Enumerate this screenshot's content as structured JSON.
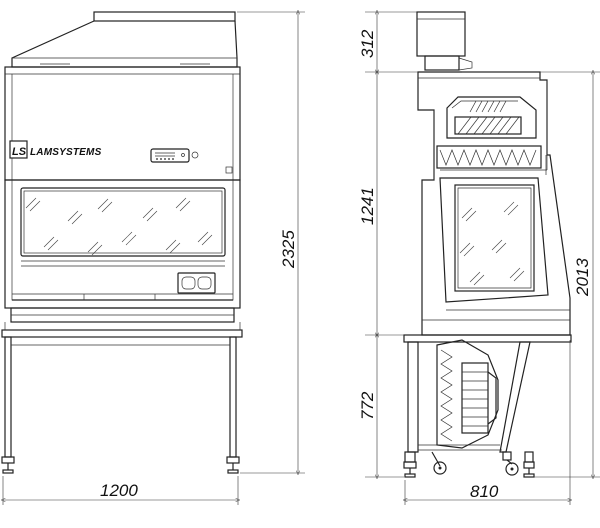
{
  "brand": {
    "mark": "LS",
    "name": "LAMSYSTEMS"
  },
  "dimensions": {
    "front_width": "1200",
    "front_height": "2325",
    "side_depth": "810",
    "side_top": "312",
    "side_cabinet": "1241",
    "side_stand": "772",
    "side_total": "2013"
  }
}
